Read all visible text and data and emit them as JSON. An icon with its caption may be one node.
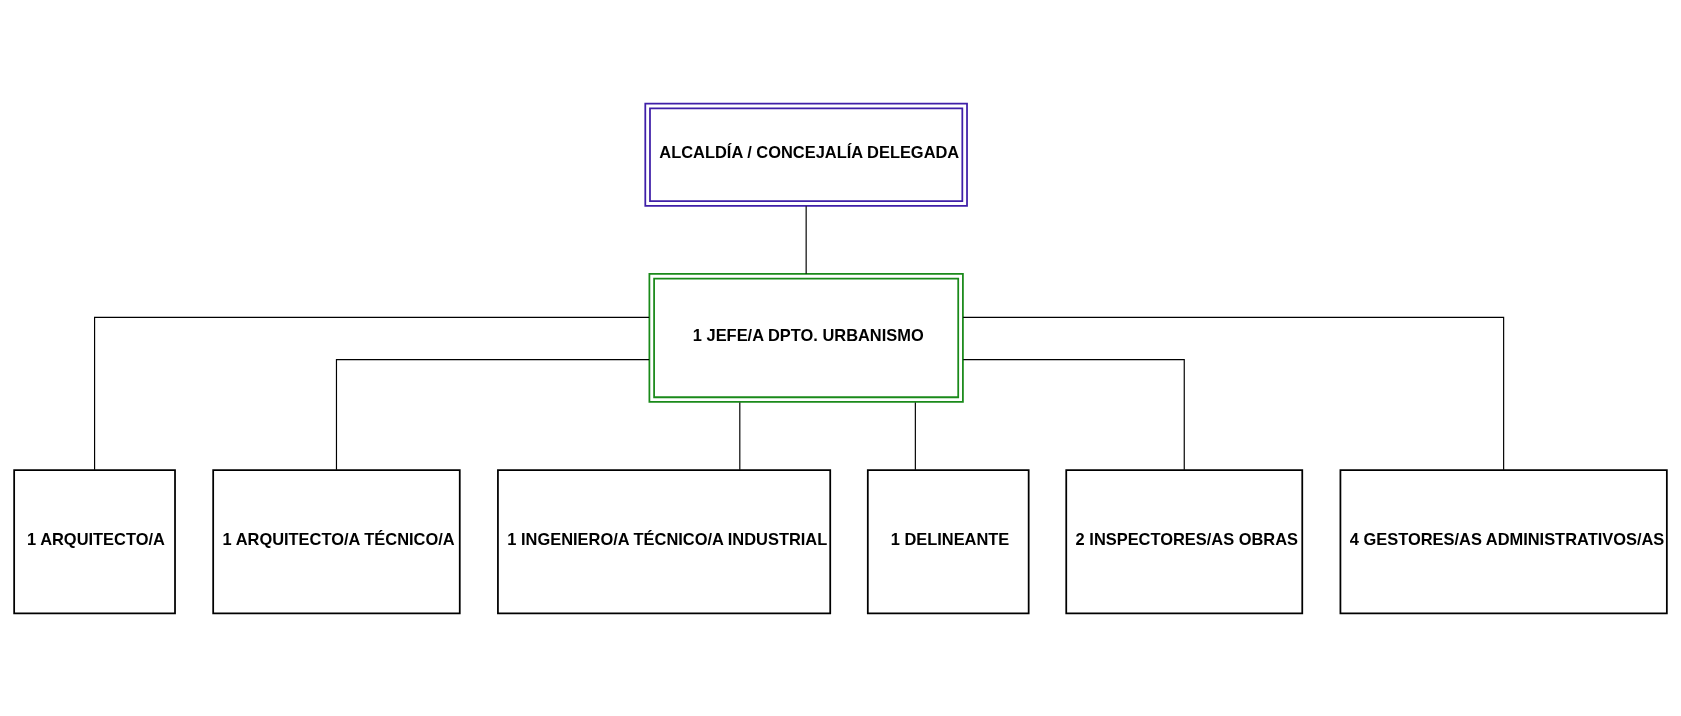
{
  "diagram": {
    "nodes": [
      {
        "text": [
          "ALCALDÍA / CONCEJALÍA DELEGADA"
        ]
      },
      {
        "text": [
          "1 JEFE/A DPTO. URBANISMO"
        ]
      },
      {
        "text": [
          "1 ARQUITECTO/A"
        ]
      },
      {
        "text": [
          "1 ARQUITECTO/A TÉCNICO/A"
        ]
      },
      {
        "text": [
          "1 INGENIERO/A TÉCNICO/A INDUSTRIAL"
        ]
      },
      {
        "text": [
          "1 DELINEANTE"
        ]
      },
      {
        "text": [
          "2 INSPECTORES/AS OBRAS"
        ]
      },
      {
        "text": [
          "4 GESTORES/AS ADMINISTRATIVOS/AS"
        ]
      }
    ],
    "edges": [
      {
        "from": 0,
        "to": 1,
        "arrow": "none"
      },
      {
        "from": 1,
        "to": 2,
        "arrow": "none"
      },
      {
        "from": 1,
        "to": 3,
        "arrow": "none"
      },
      {
        "from": 1,
        "to": 4,
        "arrow": "none"
      },
      {
        "from": 1,
        "to": 5,
        "arrow": "none"
      },
      {
        "from": 1,
        "to": 6,
        "arrow": "none"
      },
      {
        "from": 1,
        "to": 7,
        "arrow": "none"
      }
    ]
  }
}
